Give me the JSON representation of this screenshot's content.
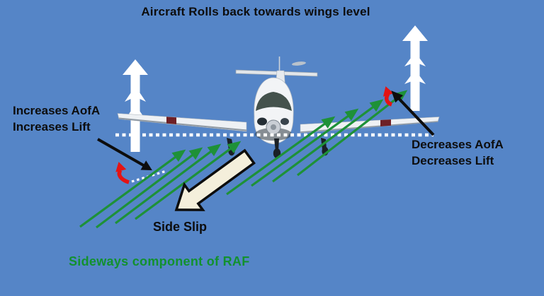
{
  "diagram": {
    "title": "Aircraft Rolls back towards wings level",
    "annotations": {
      "left": {
        "line1": "Increases AofA",
        "line2": "Increases Lift"
      },
      "right": {
        "line1": "Decreases AofA",
        "line2": "Decreases Lift"
      },
      "side_slip": "Side Slip",
      "raf": "Sideways component of RAF"
    },
    "colors": {
      "background": "#5585c7",
      "text_black": "#0d0d0d",
      "text_green": "#12912e",
      "arrow_green": "#1e9138",
      "lift_arrow_white": "#ffffff",
      "dotted_white": "#ffffff",
      "rotation_arrow_red": "#e41414",
      "side_slip_fill": "#f4efdb",
      "wingtip_band_red": "#6e2026"
    }
  }
}
